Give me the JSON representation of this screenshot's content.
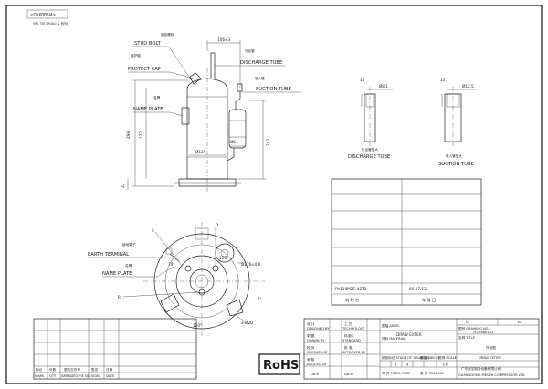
{
  "header": {
    "doc_code": "<D1XBB5I4>",
    "model_note": "YRL TN 1R000 & 系列"
  },
  "compressor": {
    "stud_bolt": "STUD BOLT",
    "protect_cap": "PROTECT CAP",
    "name_plate": "NAME PLATE",
    "discharge_tube": "DISCHARGE TUBE",
    "suction_tube": "SUCTION TUBE",
    "dim_top": "106±3",
    "dim_height_overall": "298",
    "dim_height_body": "272",
    "dim_right": "242",
    "dim_bottom": "27",
    "dia_body": "Ø129",
    "dia_accum": "Ø64",
    "cn_stud": "固定螺栓",
    "cn_cap": "保护帽",
    "cn_plate": "名牌",
    "cn_discharge": "吐出管",
    "cn_suction": "吸入管"
  },
  "tubes": {
    "discharge_dim": "10",
    "discharge_dia": "Ø8.1",
    "discharge_label": "DISCHARGE TUBE",
    "discharge_cn": "吐出管放大",
    "suction_dim": "10",
    "suction_dia": "Ø12.5",
    "suction_label": "SUCTION TUBE",
    "suction_cn": "吸入管放大"
  },
  "topview": {
    "earth_terminal": "EARTH TERMINAL",
    "name_plate": "NAME PLATE",
    "cn_earth": "接地端子",
    "cn_plate": "名牌",
    "s_label": "S",
    "d_label": "D",
    "r_label": "R",
    "angle_120_top": "120°",
    "angle_70": "70°",
    "angle_120_bot": "120°",
    "angle_2": "2°",
    "dia_176": "Ø176±0.6",
    "dim_20": "3-Ø20"
  },
  "revision_table": {
    "model": "PA110M2C-4ET2",
    "date": "09.07.13",
    "col_label": "机 种 名",
    "col_date": "年 月 日"
  },
  "title_block": {
    "sheet_left": "G",
    "sheet_right": "10",
    "drawing_no_label": "图号 DRAWING NO.",
    "drawing_no": "(K1588A1G)",
    "title_label": "名称 TITLE",
    "title_cn": "外形图",
    "title_en": "DRAW EXTER",
    "scale_label": "图幅 ADDR.",
    "scale_value": "DRAW EXTER",
    "material_label": "材料 MATERIAL",
    "design": "设 计",
    "design_en": "DESIGNED BY",
    "drawn": "制 图",
    "drawn_en": "DRAWN BY",
    "check": "校 对",
    "check_en": "CHECKED BY",
    "audit": "审 核",
    "audit_en": "AUDITED BY",
    "tech": "工 艺",
    "tech_en": "TECHNOLOGY",
    "std": "标准化",
    "std_en": "STANDARD",
    "approve": "批 准",
    "approve_en": "APPROVED BY",
    "date_en": "DATE",
    "stage_label": "阶段标记 STAGE OF DRAWING",
    "weight_label": "重量 WEIGHT",
    "ratio_label": "比例 SCALE",
    "stage_vals": [
      "",
      "",
      "1",
      "9"
    ],
    "ratio_val": "1:4",
    "total_pages": "共 页 TOTAL PAGE",
    "page_no": "第 页 PAGE NO.",
    "company_cn": "广东美芝制冷设备有限公司",
    "company_en": "GUANGDONG MEIZHI COMPRESSOR LTD."
  },
  "rev_block": {
    "cols": [
      "标记",
      "处数",
      "更改文件号",
      "签名",
      "日期"
    ],
    "cols_en": [
      "MARK",
      "QTY",
      "AMENDED FIE NO.",
      "SIGN",
      "DATE"
    ]
  },
  "rohs": "RoHS"
}
